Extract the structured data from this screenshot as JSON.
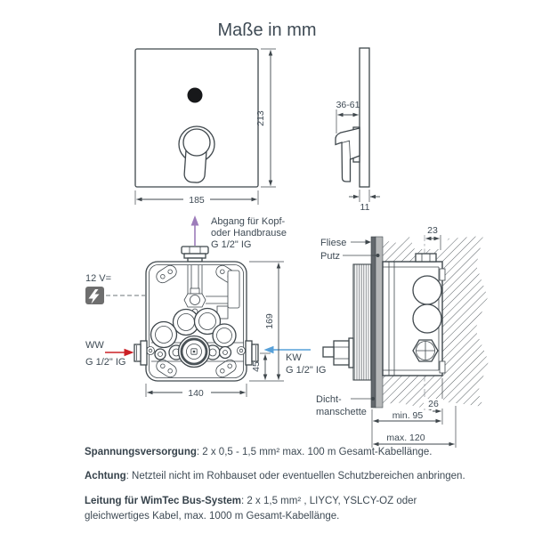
{
  "title": "Maße in mm",
  "front_view": {
    "height": "213",
    "width": "185"
  },
  "side_view": {
    "depth_range": "36-61",
    "panel_thickness": "11"
  },
  "box_view": {
    "outlet_line1": "Abgang für Kopf-",
    "outlet_line2": "oder Handbrause",
    "outlet_line3": "G 1/2\" IG",
    "power": "12 V=",
    "ww": "WW",
    "ww_thread": "G 1/2\" IG",
    "kw": "KW",
    "kw_thread": "G 1/2\" IG",
    "width": "140",
    "height": "169",
    "inlet_height": "45"
  },
  "section_view": {
    "tile": "Fliese",
    "plaster": "Putz",
    "seal_line1": "Dicht-",
    "seal_line2": "manschette",
    "top_offset": "23",
    "back_offset": "26",
    "depth_min": "min. 95",
    "depth_max": "max. 120"
  },
  "specs": {
    "power_bold": "Spannungsversorgung",
    "power_rest": ": 2 x 0,5 - 1,5 mm²  max. 100 m Gesamt-Kabellänge.",
    "warning_bold": "Achtung",
    "warning_rest": ": Netzteil nicht im Rohbauset oder eventuellen Schutzbereichen anbringen.",
    "bus_bold": "Leitung für WimTec Bus-System",
    "bus_rest1": ": 2 x 1,5 mm² , LIYCY, YSLCY-OZ oder",
    "bus_rest2": "gleichwertiges Kabel, max. 1000 m Gesamt-Kabellänge."
  },
  "icons": {
    "power": "lightning-icon"
  },
  "colors": {
    "line": "#3f474c",
    "text": "#3e4a54",
    "warm_water_red": "#cb2026",
    "cold_water_blue": "#57a0d8",
    "outlet_purple": "#9d7cba",
    "power_icon_gray": "#6e6e6e",
    "tile_gray": "#63686d",
    "plaster_gray": "#b5b7b8"
  }
}
